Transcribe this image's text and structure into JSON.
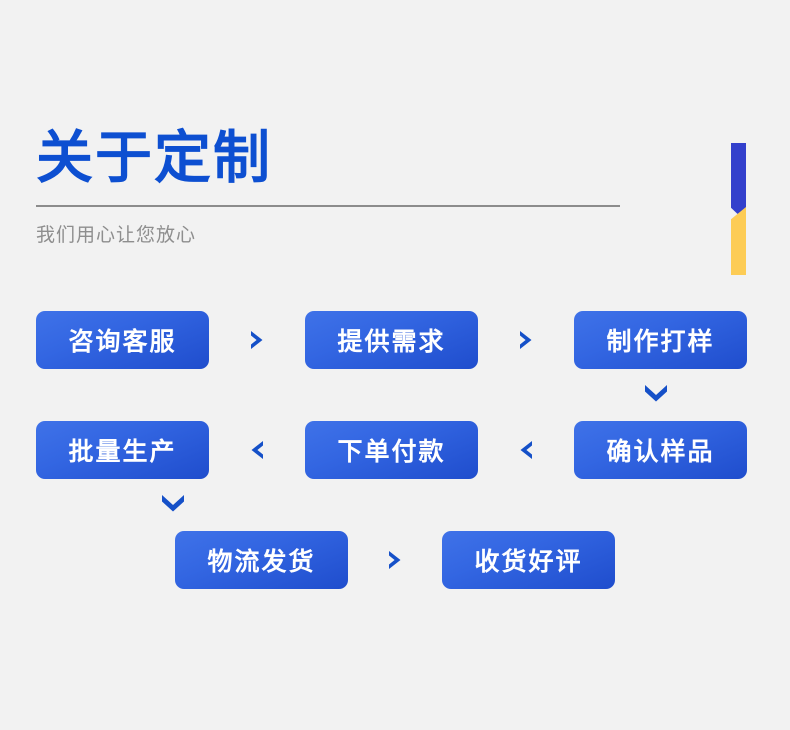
{
  "header": {
    "title": "关于定制",
    "subtitle": "我们用心让您放心"
  },
  "accent_bar": {
    "top_color": "#3340cc",
    "bottom_color": "#fdcc55"
  },
  "theme": {
    "background": "#f2f2f2",
    "title_blue": "#0d4fd1",
    "box_gradient_start": "#3f72e8",
    "box_gradient_end": "#1f4dcd",
    "arrow_blue": "#1550c8",
    "divider_gray": "#8c8c8c",
    "subtitle_gray": "#8e8e8e"
  },
  "flow": {
    "rows": [
      {
        "steps": [
          "咨询客服",
          "提供需求",
          "制作打样"
        ],
        "connectors": [
          "chevron-right-icon",
          "chevron-right-icon"
        ]
      },
      {
        "steps": [
          "批量生产",
          "下单付款",
          "确认样品"
        ],
        "connectors": [
          "chevron-left-icon",
          "chevron-left-icon"
        ]
      },
      {
        "steps": [
          "物流发货",
          "收货好评"
        ],
        "connectors": [
          "chevron-right-icon"
        ]
      }
    ],
    "vertical_connectors": [
      "chevron-down-icon",
      "chevron-down-icon"
    ],
    "order": [
      "咨询客服",
      "提供需求",
      "制作打样",
      "确认样品",
      "下单付款",
      "批量生产",
      "物流发货",
      "收货好评"
    ]
  }
}
